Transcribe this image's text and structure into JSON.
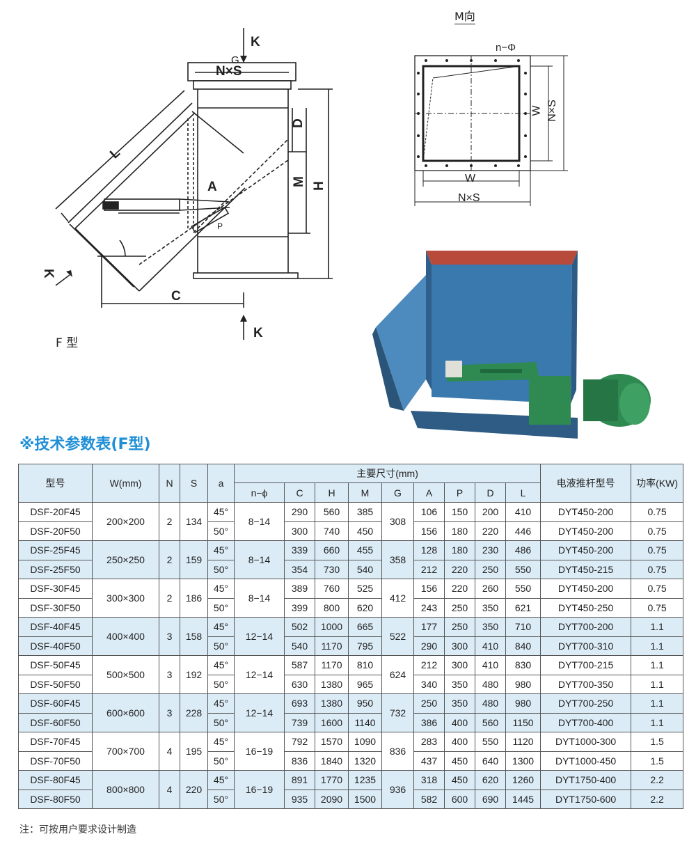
{
  "labels": {
    "k_top": "K",
    "g": "G",
    "nxs_top": "N×S",
    "l": "L",
    "d": "D",
    "a": "A",
    "m": "M",
    "h": "H",
    "p": "P",
    "k_left": "K",
    "c": "C",
    "k_bottom": "K",
    "f_type": "F 型",
    "m_view": "M向",
    "n_phi": "n−Φ",
    "w_side": "W",
    "nxs_side": "N×S",
    "w_bottom": "W",
    "nxs_bottom": "N×S"
  },
  "colors": {
    "title": "#1f8fd6",
    "row_shade": "#dcecf6",
    "valve_body": "#3a79ad",
    "motor": "#2f8a52"
  },
  "section_title": "※技术参数表(F型)",
  "table": {
    "headers": {
      "model": "型号",
      "w": "W(mm)",
      "n": "N",
      "s": "S",
      "a": "a",
      "main_dims": "主要尺寸(mm)",
      "n_phi": "n−ϕ",
      "c": "C",
      "h": "H",
      "m": "M",
      "g": "G",
      "a2": "A",
      "p": "P",
      "d": "D",
      "l": "L",
      "actuator": "电液推杆型号",
      "power": "功率(KW)"
    },
    "groups": [
      {
        "w": "200×200",
        "n": "2",
        "s": "134",
        "nphi": "8−14",
        "g": "308",
        "rows": [
          {
            "model": "DSF-20F45",
            "a": "45°",
            "c": "290",
            "h": "560",
            "m": "385",
            "a2": "106",
            "p": "150",
            "d": "200",
            "l": "410",
            "act": "DYT450-200",
            "pw": "0.75"
          },
          {
            "model": "DSF-20F50",
            "a": "50°",
            "c": "300",
            "h": "740",
            "m": "450",
            "a2": "156",
            "p": "180",
            "d": "220",
            "l": "446",
            "act": "DYT450-200",
            "pw": "0.75"
          }
        ]
      },
      {
        "w": "250×250",
        "n": "2",
        "s": "159",
        "nphi": "8−14",
        "g": "358",
        "rows": [
          {
            "model": "DSF-25F45",
            "a": "45°",
            "c": "339",
            "h": "660",
            "m": "455",
            "a2": "128",
            "p": "180",
            "d": "230",
            "l": "486",
            "act": "DYT450-200",
            "pw": "0.75"
          },
          {
            "model": "DSF-25F50",
            "a": "50°",
            "c": "354",
            "h": "730",
            "m": "540",
            "a2": "212",
            "p": "220",
            "d": "250",
            "l": "550",
            "act": "DYT450-215",
            "pw": "0.75"
          }
        ]
      },
      {
        "w": "300×300",
        "n": "2",
        "s": "186",
        "nphi": "8−14",
        "g": "412",
        "rows": [
          {
            "model": "DSF-30F45",
            "a": "45°",
            "c": "389",
            "h": "760",
            "m": "525",
            "a2": "156",
            "p": "220",
            "d": "260",
            "l": "550",
            "act": "DYT450-200",
            "pw": "0.75"
          },
          {
            "model": "DSF-30F50",
            "a": "50°",
            "c": "399",
            "h": "800",
            "m": "620",
            "a2": "243",
            "p": "250",
            "d": "350",
            "l": "621",
            "act": "DYT450-250",
            "pw": "0.75"
          }
        ]
      },
      {
        "w": "400×400",
        "n": "3",
        "s": "158",
        "nphi": "12−14",
        "g": "522",
        "rows": [
          {
            "model": "DSF-40F45",
            "a": "45°",
            "c": "502",
            "h": "1000",
            "m": "665",
            "a2": "177",
            "p": "250",
            "d": "350",
            "l": "710",
            "act": "DYT700-200",
            "pw": "1.1"
          },
          {
            "model": "DSF-40F50",
            "a": "50°",
            "c": "540",
            "h": "1170",
            "m": "795",
            "a2": "290",
            "p": "300",
            "d": "410",
            "l": "840",
            "act": "DYT700-310",
            "pw": "1.1"
          }
        ]
      },
      {
        "w": "500×500",
        "n": "3",
        "s": "192",
        "nphi": "12−14",
        "g": "624",
        "rows": [
          {
            "model": "DSF-50F45",
            "a": "45°",
            "c": "587",
            "h": "1170",
            "m": "810",
            "a2": "212",
            "p": "300",
            "d": "410",
            "l": "830",
            "act": "DYT700-215",
            "pw": "1.1"
          },
          {
            "model": "DSF-50F50",
            "a": "50°",
            "c": "630",
            "h": "1380",
            "m": "965",
            "a2": "340",
            "p": "350",
            "d": "480",
            "l": "980",
            "act": "DYT700-350",
            "pw": "1.1"
          }
        ]
      },
      {
        "w": "600×600",
        "n": "3",
        "s": "228",
        "nphi": "12−14",
        "g": "732",
        "rows": [
          {
            "model": "DSF-60F45",
            "a": "45°",
            "c": "693",
            "h": "1380",
            "m": "950",
            "a2": "250",
            "p": "350",
            "d": "480",
            "l": "980",
            "act": "DYT700-250",
            "pw": "1.1"
          },
          {
            "model": "DSF-60F50",
            "a": "50°",
            "c": "739",
            "h": "1600",
            "m": "1140",
            "a2": "386",
            "p": "400",
            "d": "560",
            "l": "1150",
            "act": "DYT700-400",
            "pw": "1.1"
          }
        ]
      },
      {
        "w": "700×700",
        "n": "4",
        "s": "195",
        "nphi": "16−19",
        "g": "836",
        "rows": [
          {
            "model": "DSF-70F45",
            "a": "45°",
            "c": "792",
            "h": "1570",
            "m": "1090",
            "a2": "283",
            "p": "400",
            "d": "550",
            "l": "1120",
            "act": "DYT1000-300",
            "pw": "1.5"
          },
          {
            "model": "DSF-70F50",
            "a": "50°",
            "c": "836",
            "h": "1840",
            "m": "1320",
            "a2": "437",
            "p": "450",
            "d": "640",
            "l": "1300",
            "act": "DYT1000-450",
            "pw": "1.5"
          }
        ]
      },
      {
        "w": "800×800",
        "n": "4",
        "s": "220",
        "nphi": "16−19",
        "g": "936",
        "rows": [
          {
            "model": "DSF-80F45",
            "a": "45°",
            "c": "891",
            "h": "1770",
            "m": "1235",
            "a2": "318",
            "p": "450",
            "d": "620",
            "l": "1260",
            "act": "DYT1750-400",
            "pw": "2.2"
          },
          {
            "model": "DSF-80F50",
            "a": "50°",
            "c": "935",
            "h": "2090",
            "m": "1500",
            "a2": "582",
            "p": "600",
            "d": "690",
            "l": "1445",
            "act": "DYT1750-600",
            "pw": "2.2"
          }
        ]
      }
    ]
  },
  "note": "注：可按用户要求设计制造"
}
